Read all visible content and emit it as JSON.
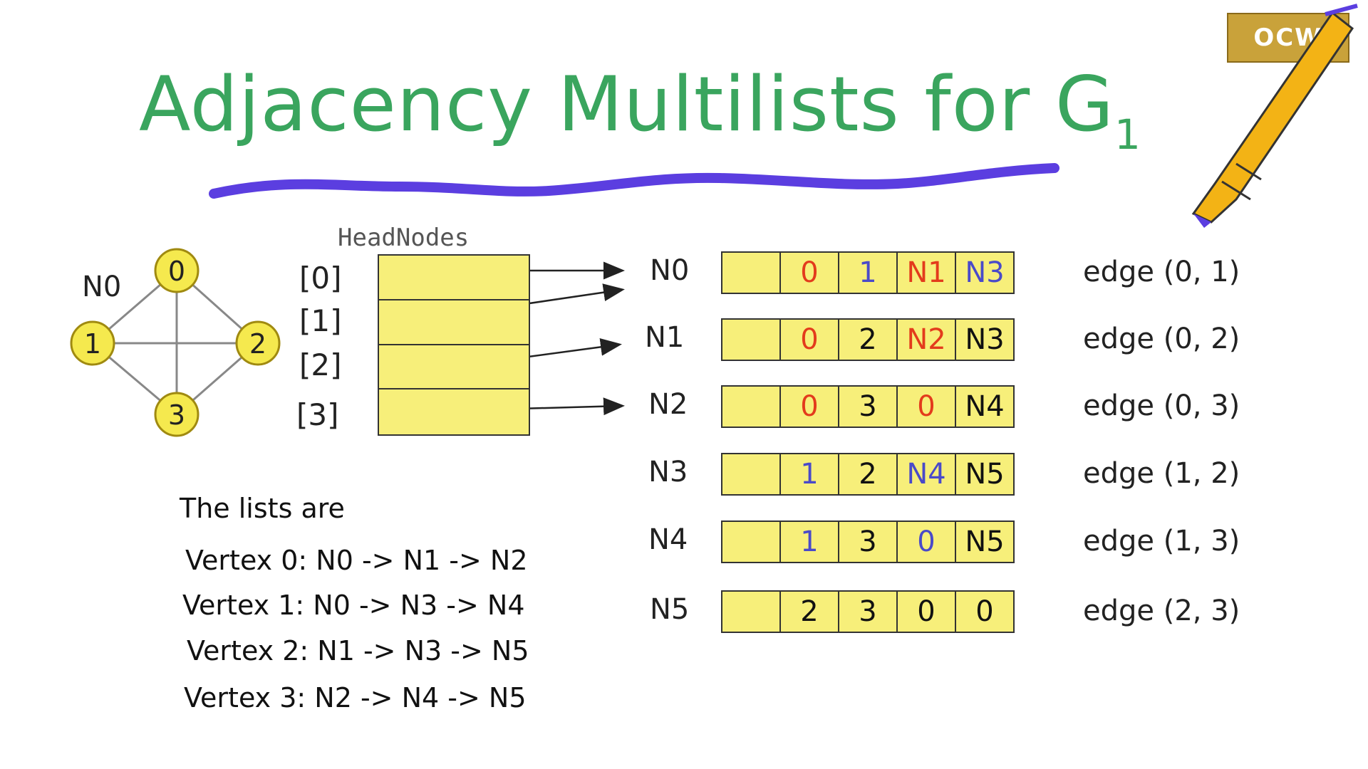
{
  "title": {
    "main": "Adjacency Multilists for G",
    "subscript": "1",
    "color": "#3aa55e"
  },
  "underline_color": "#5b3ee0",
  "logo": {
    "text": "OCW"
  },
  "graph": {
    "label": "N0",
    "vertices": [
      "0",
      "1",
      "2",
      "3"
    ],
    "edges": [
      [
        "0",
        "1"
      ],
      [
        "0",
        "2"
      ],
      [
        "0",
        "3"
      ],
      [
        "1",
        "2"
      ],
      [
        "1",
        "3"
      ],
      [
        "2",
        "3"
      ]
    ],
    "node_fill": "#f5e94e",
    "node_stroke": "#a08a10"
  },
  "headnodes": {
    "title": "HeadNodes",
    "indices": [
      "[0]",
      "[1]",
      "[2]",
      "[3]"
    ]
  },
  "multilist": {
    "rows": [
      {
        "name": "N0",
        "cells": [
          {
            "v": "",
            "c": "#111"
          },
          {
            "v": "0",
            "c": "#e33b1c"
          },
          {
            "v": "1",
            "c": "#4a4ac9"
          },
          {
            "v": "N1",
            "c": "#e33b1c"
          },
          {
            "v": "N3",
            "c": "#4a4ac9"
          }
        ],
        "edge": "edge (0, 1)"
      },
      {
        "name": "N1",
        "cells": [
          {
            "v": "",
            "c": "#111"
          },
          {
            "v": "0",
            "c": "#e33b1c"
          },
          {
            "v": "2",
            "c": "#111"
          },
          {
            "v": "N2",
            "c": "#e33b1c"
          },
          {
            "v": "N3",
            "c": "#111"
          }
        ],
        "edge": "edge (0, 2)"
      },
      {
        "name": "N2",
        "cells": [
          {
            "v": "",
            "c": "#111"
          },
          {
            "v": "0",
            "c": "#e33b1c"
          },
          {
            "v": "3",
            "c": "#111"
          },
          {
            "v": "0",
            "c": "#e33b1c"
          },
          {
            "v": "N4",
            "c": "#111"
          }
        ],
        "edge": "edge (0, 3)"
      },
      {
        "name": "N3",
        "cells": [
          {
            "v": "",
            "c": "#111"
          },
          {
            "v": "1",
            "c": "#4a4ac9"
          },
          {
            "v": "2",
            "c": "#111"
          },
          {
            "v": "N4",
            "c": "#4a4ac9"
          },
          {
            "v": "N5",
            "c": "#111"
          }
        ],
        "edge": "edge (1, 2)"
      },
      {
        "name": "N4",
        "cells": [
          {
            "v": "",
            "c": "#111"
          },
          {
            "v": "1",
            "c": "#4a4ac9"
          },
          {
            "v": "3",
            "c": "#111"
          },
          {
            "v": "0",
            "c": "#4a4ac9"
          },
          {
            "v": "N5",
            "c": "#111"
          }
        ],
        "edge": "edge (1, 3)"
      },
      {
        "name": "N5",
        "cells": [
          {
            "v": "",
            "c": "#111"
          },
          {
            "v": "2",
            "c": "#111"
          },
          {
            "v": "3",
            "c": "#111"
          },
          {
            "v": "0",
            "c": "#111"
          },
          {
            "v": "0",
            "c": "#111"
          }
        ],
        "edge": "edge (2, 3)"
      }
    ]
  },
  "lists": {
    "heading": "The lists are",
    "lines": [
      "Vertex 0: N0 -> N1 -> N2",
      "Vertex 1: N0 -> N3 -> N4",
      "Vertex 2: N1 -> N3 -> N5",
      "Vertex 3: N2 -> N4 -> N5"
    ]
  }
}
